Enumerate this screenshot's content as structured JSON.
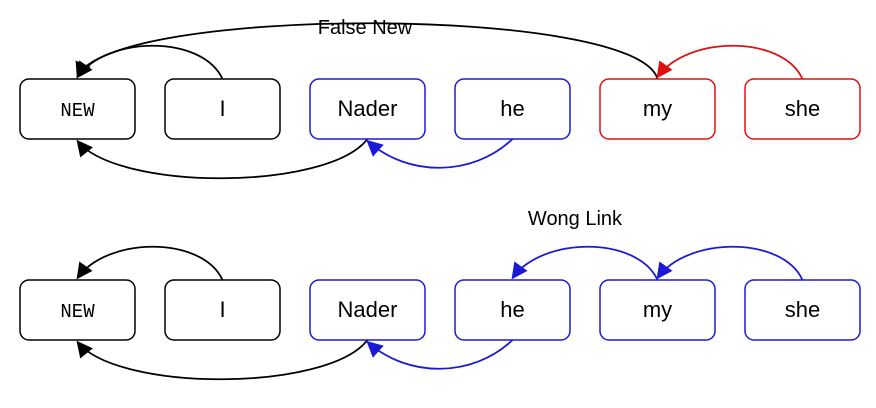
{
  "colors": {
    "black": "#000000",
    "blue": "#1a1ad6",
    "red": "#e01010"
  },
  "panels": [
    {
      "caption": "False New",
      "boxes": [
        {
          "label": "NEW",
          "mono": true,
          "color": "black"
        },
        {
          "label": "I",
          "color": "black"
        },
        {
          "label": "Nader",
          "color": "blue"
        },
        {
          "label": "he",
          "color": "blue"
        },
        {
          "label": "my",
          "color": "red"
        },
        {
          "label": "she",
          "color": "red"
        }
      ],
      "links": [
        {
          "from": 1,
          "to": 0,
          "side": "top",
          "color": "black"
        },
        {
          "from": 4,
          "to": 0,
          "side": "top",
          "color": "black"
        },
        {
          "from": 5,
          "to": 4,
          "side": "top",
          "color": "red"
        },
        {
          "from": 2,
          "to": 0,
          "side": "bottom",
          "color": "black"
        },
        {
          "from": 3,
          "to": 2,
          "side": "bottom",
          "color": "blue"
        }
      ]
    },
    {
      "caption": "Wong Link",
      "boxes": [
        {
          "label": "NEW",
          "mono": true,
          "color": "black"
        },
        {
          "label": "I",
          "color": "black"
        },
        {
          "label": "Nader",
          "color": "blue"
        },
        {
          "label": "he",
          "color": "blue"
        },
        {
          "label": "my",
          "color": "blue"
        },
        {
          "label": "she",
          "color": "blue"
        }
      ],
      "links": [
        {
          "from": 1,
          "to": 0,
          "side": "top",
          "color": "black"
        },
        {
          "from": 4,
          "to": 3,
          "side": "top",
          "color": "blue"
        },
        {
          "from": 5,
          "to": 4,
          "side": "top",
          "color": "blue"
        },
        {
          "from": 2,
          "to": 0,
          "side": "bottom",
          "color": "black"
        },
        {
          "from": 3,
          "to": 2,
          "side": "bottom",
          "color": "blue"
        }
      ]
    }
  ]
}
